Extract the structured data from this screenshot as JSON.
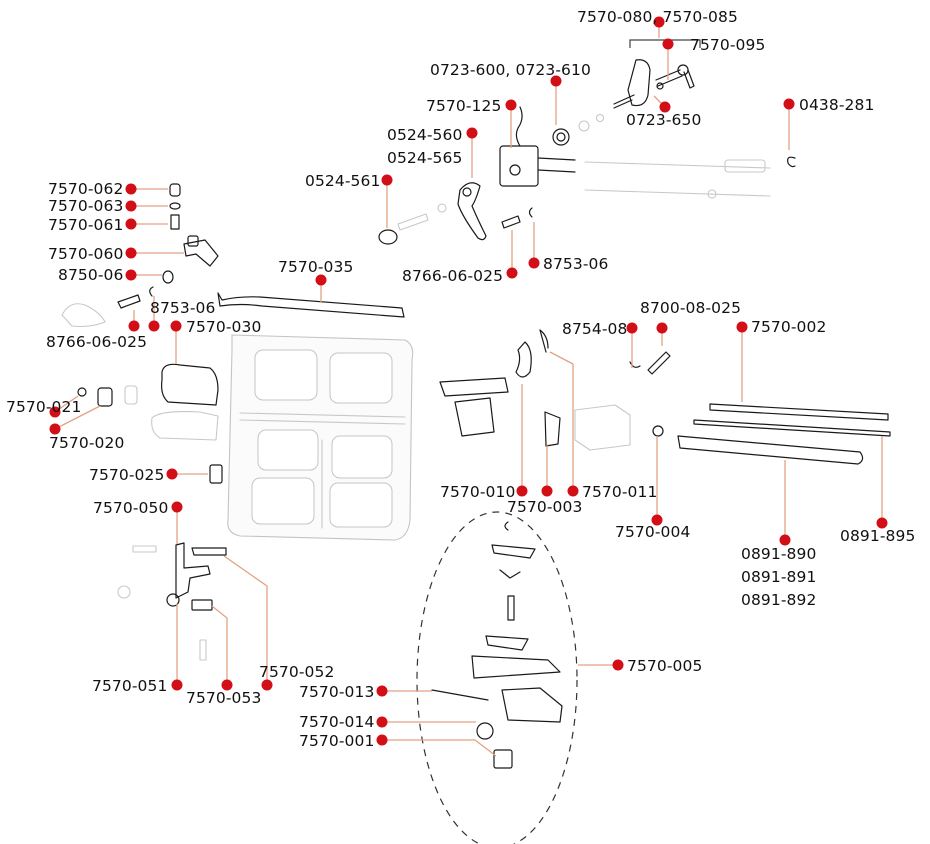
{
  "title": "Rear door lock and hinge components - exploded parts diagram",
  "colors": {
    "callout_dot": "#d20e17",
    "leader_line": "#e3a183",
    "part_line": "#1a1a1a",
    "ghost_part": "#c8c8c8",
    "background": "#ffffff"
  },
  "callouts": [
    {
      "id": "c-7570-080",
      "text": "7570-080, 7570-085"
    },
    {
      "id": "c-7570-095",
      "text": "7570-095"
    },
    {
      "id": "c-0723-600",
      "text": "0723-600, 0723-610"
    },
    {
      "id": "c-0723-650",
      "text": "0723-650"
    },
    {
      "id": "c-7570-125",
      "text": "7570-125"
    },
    {
      "id": "c-0438-281",
      "text": "0438-281"
    },
    {
      "id": "c-0524-560",
      "text": "0524-560"
    },
    {
      "id": "c-0524-565",
      "text": "0524-565"
    },
    {
      "id": "c-0524-561",
      "text": "0524-561"
    },
    {
      "id": "c-8766-06-025-a",
      "text": "8766-06-025"
    },
    {
      "id": "c-8753-06-a",
      "text": "8753-06"
    },
    {
      "id": "c-7570-062",
      "text": "7570-062"
    },
    {
      "id": "c-7570-063",
      "text": "7570-063"
    },
    {
      "id": "c-7570-061",
      "text": "7570-061"
    },
    {
      "id": "c-7570-060",
      "text": "7570-060"
    },
    {
      "id": "c-8750-06",
      "text": "8750-06"
    },
    {
      "id": "c-7570-035",
      "text": "7570-035"
    },
    {
      "id": "c-8753-06-b",
      "text": "8753-06"
    },
    {
      "id": "c-7570-030",
      "text": "7570-030"
    },
    {
      "id": "c-8766-06-025-b",
      "text": "8766-06-025"
    },
    {
      "id": "c-8754-08",
      "text": "8754-08"
    },
    {
      "id": "c-8700-08-025",
      "text": "8700-08-025"
    },
    {
      "id": "c-7570-002",
      "text": "7570-002"
    },
    {
      "id": "c-7570-021",
      "text": "7570-021"
    },
    {
      "id": "c-7570-020",
      "text": "7570-020"
    },
    {
      "id": "c-7570-025",
      "text": "7570-025"
    },
    {
      "id": "c-7570-010",
      "text": "7570-010"
    },
    {
      "id": "c-7570-003",
      "text": "7570-003"
    },
    {
      "id": "c-7570-011",
      "text": "7570-011"
    },
    {
      "id": "c-7570-004",
      "text": "7570-004"
    },
    {
      "id": "c-7570-050",
      "text": "7570-050"
    },
    {
      "id": "c-0891-890",
      "text": "0891-890"
    },
    {
      "id": "c-0891-891",
      "text": "0891-891"
    },
    {
      "id": "c-0891-892",
      "text": "0891-892"
    },
    {
      "id": "c-0891-895",
      "text": "0891-895"
    },
    {
      "id": "c-7570-005",
      "text": "7570-005"
    },
    {
      "id": "c-7570-052",
      "text": "7570-052"
    },
    {
      "id": "c-7570-051",
      "text": "7570-051"
    },
    {
      "id": "c-7570-053",
      "text": "7570-053"
    },
    {
      "id": "c-7570-013",
      "text": "7570-013"
    },
    {
      "id": "c-7570-014",
      "text": "7570-014"
    },
    {
      "id": "c-7570-001",
      "text": "7570-001"
    }
  ]
}
